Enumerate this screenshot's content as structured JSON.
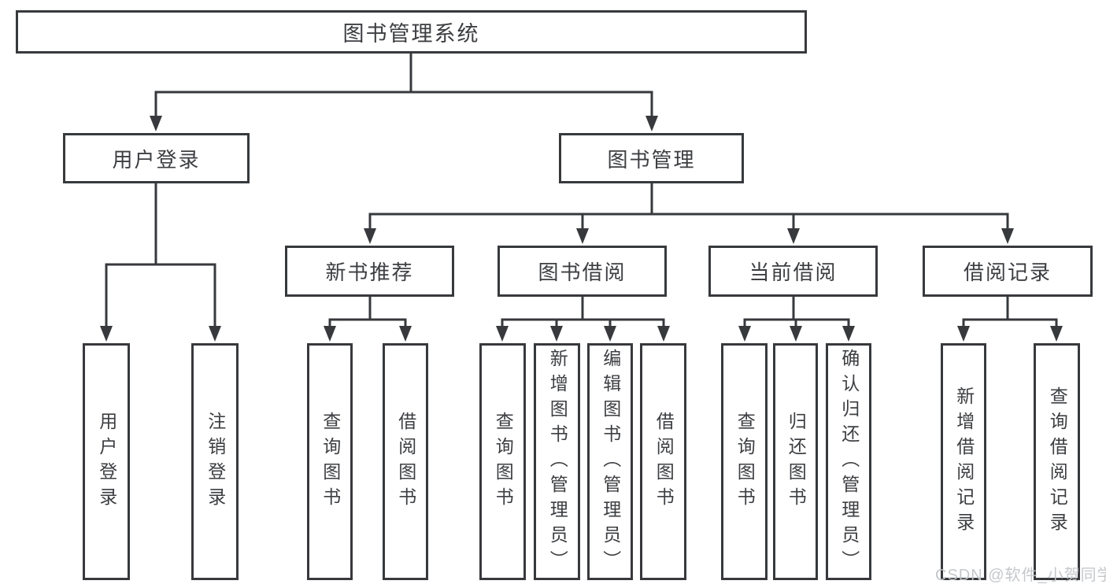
{
  "diagram": {
    "type": "hierarchy-tree",
    "root": {
      "label": "图书管理系统",
      "children": [
        {
          "label": "用户登录",
          "children": [
            {
              "label": "用户登录"
            },
            {
              "label": "注销登录"
            }
          ]
        },
        {
          "label": "图书管理",
          "children": [
            {
              "label": "新书推荐",
              "children": [
                {
                  "label": "查询图书"
                },
                {
                  "label": "借阅图书"
                }
              ]
            },
            {
              "label": "图书借阅",
              "children": [
                {
                  "label": "查询图书"
                },
                {
                  "label": "新增图书（管理员）"
                },
                {
                  "label": "编辑图书（管理员）"
                },
                {
                  "label": "借阅图书"
                }
              ]
            },
            {
              "label": "当前借阅",
              "children": [
                {
                  "label": "查询图书"
                },
                {
                  "label": "归还图书"
                },
                {
                  "label": "确认归还（管理员）"
                }
              ]
            },
            {
              "label": "借阅记录",
              "children": [
                {
                  "label": "新增借阅记录"
                },
                {
                  "label": "查询借阅记录"
                }
              ]
            }
          ]
        }
      ]
    }
  },
  "watermark": {
    "text": "CSDN @软件_小贺同学"
  },
  "colors": {
    "line": "#37393c",
    "text": "#3c3e41",
    "background": "#ffffff",
    "watermark": "#c2c5c8"
  }
}
